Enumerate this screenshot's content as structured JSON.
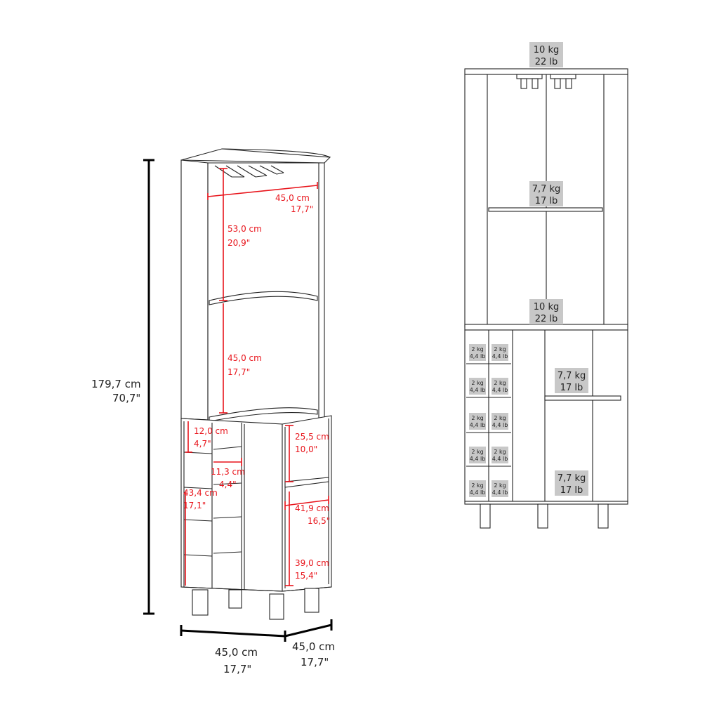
{
  "overall": {
    "height_cm": "179,7 cm",
    "height_in": "70,7\"",
    "width_cm": "45,0 cm",
    "width_in": "17,7\"",
    "depth_cm": "45,0 cm",
    "depth_in": "17,7\""
  },
  "inner_dims": {
    "top_width_cm": "45,0 cm",
    "top_width_in": "17,7\"",
    "upper_height_cm": "53,0 cm",
    "upper_height_in": "20,9\"",
    "mid_height_cm": "45,0 cm",
    "mid_height_in": "17,7\"",
    "bottle_slot_h_cm": "12,0 cm",
    "bottle_slot_h_in": "4,7\"",
    "bottle_slot_w_cm": "11,3 cm",
    "bottle_slot_w_in": "4,4\"",
    "rack_height_cm": "43,4 cm",
    "rack_height_in": "17,1\"",
    "side_upper_cm": "25,5 cm",
    "side_upper_in": "10,0\"",
    "side_width_cm": "41,9 cm",
    "side_width_in": "16,5\"",
    "side_lower_cm": "39,0 cm",
    "side_lower_in": "15,4\""
  },
  "weights": {
    "top_kg": "10 kg",
    "top_lb": "22 lb",
    "upper_shelf_kg": "7,7 kg",
    "upper_shelf_lb": "17 lb",
    "mid_kg": "10 kg",
    "mid_lb": "22 lb",
    "cab_shelf_kg": "7,7 kg",
    "cab_shelf_lb": "17 lb",
    "cab_bottom_kg": "7,7 kg",
    "cab_bottom_lb": "17 lb",
    "slot_kg": "2 kg",
    "slot_lb": "4,4 lb"
  }
}
